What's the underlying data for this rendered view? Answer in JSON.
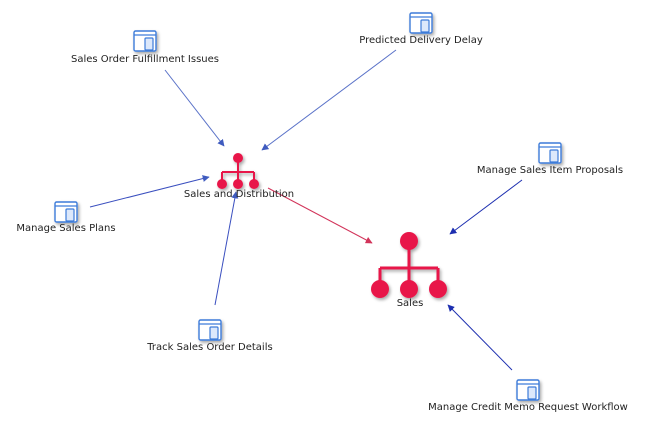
{
  "colors": {
    "hub": "#e8174a",
    "app_icon": "#3d7bd9",
    "app_icon_fill": "#dce8fb",
    "edge_blue": "#3f5bbf",
    "edge_hub": "#d2345a",
    "edge_blue_dark": "#1d2fb0"
  },
  "nodes": {
    "sales_order_fulfillment": {
      "label": "Sales Order Fulfillment Issues",
      "icon": "app-window-icon"
    },
    "predicted_delivery_delay": {
      "label": "Predicted Delivery Delay",
      "icon": "app-window-icon"
    },
    "manage_sales_plans": {
      "label": "Manage Sales  Plans",
      "icon": "app-window-icon"
    },
    "track_sales_order_details": {
      "label": "Track Sales Order Details",
      "icon": "app-window-icon"
    },
    "manage_sales_item_proposals": {
      "label": "Manage Sales Item Proposals",
      "icon": "app-window-icon"
    },
    "manage_credit_memo": {
      "label": "Manage Credit Memo Request Workflow",
      "icon": "app-window-icon"
    },
    "sales_and_distribution": {
      "label": "Sales and Distribution",
      "icon": "hierarchy-icon"
    },
    "sales": {
      "label": "Sales",
      "icon": "hierarchy-icon"
    }
  }
}
